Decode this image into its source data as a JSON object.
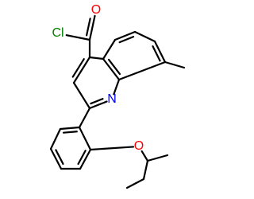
{
  "molecule": {
    "atoms": {
      "cl": {
        "label": "Cl",
        "color": "#008000"
      },
      "o_carbonyl": {
        "label": "O",
        "color": "#ff0000"
      },
      "n": {
        "label": "N",
        "color": "#0000ff"
      },
      "o_ether": {
        "label": "O",
        "color": "#ff0000"
      }
    },
    "bond_color": "#000000",
    "background": "#ffffff"
  }
}
